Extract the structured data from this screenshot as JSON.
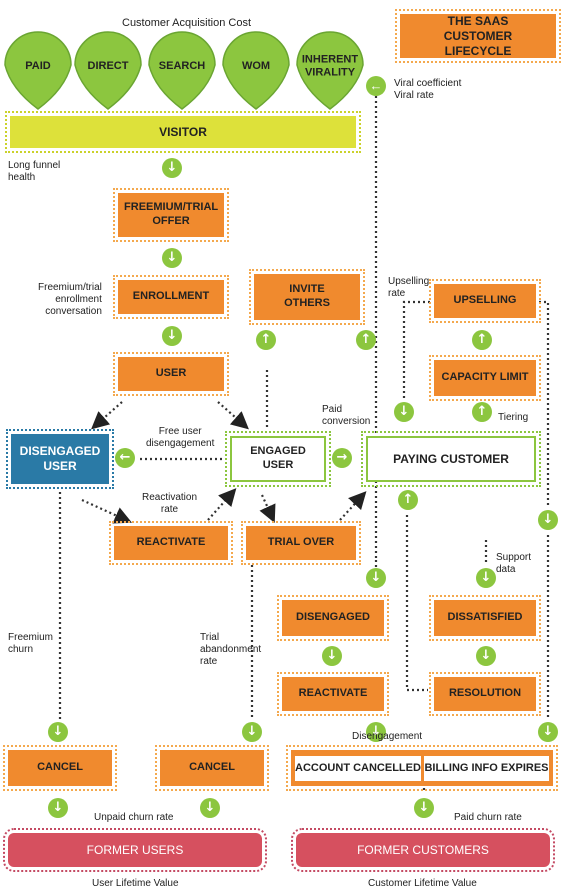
{
  "title": "THE SAAS CUSTOMER LIFECYCLE",
  "acquisition": {
    "header": "Customer Acquisition Cost",
    "channels": [
      "PAID",
      "DIRECT",
      "SEARCH",
      "WOM",
      "INHERENT VIRALITY"
    ]
  },
  "nodes": {
    "visitor": "VISITOR",
    "freemium_offer": "FREEMIUM/TRIAL OFFER",
    "enrollment": "ENROLLMENT",
    "user": "USER",
    "invite_others": "INVITE OTHERS",
    "upselling": "UPSELLING",
    "capacity_limit": "CAPACITY LIMIT",
    "disengaged_user": "DISENGAGED USER",
    "engaged_user": "ENGAGED USER",
    "paying_customer": "PAYING CUSTOMER",
    "reactivate_left": "REACTIVATE",
    "trial_over": "TRIAL OVER",
    "disengaged": "DISENGAGED",
    "dissatisfied": "DISSATISFIED",
    "reactivate_right": "REACTIVATE",
    "resolution": "RESOLUTION",
    "cancel_left": "CANCEL",
    "cancel_mid": "CANCEL",
    "account_cancelled": "ACCOUNT CANCELLED",
    "billing_expires": "BILLING INFO EXPIRES",
    "former_users": "FORMER USERS",
    "former_customers": "FORMER CUSTOMERS"
  },
  "labels": {
    "viral": "Viral coefficient\nViral rate",
    "long_funnel": "Long funnel\nhealth",
    "freemium_enroll": "Freemium/trial\nenrollment\nconversation",
    "upselling_rate": "Upselling\nrate",
    "paid_conversion": "Paid\nconversion",
    "tiering": "Tiering",
    "free_disengage": "Free user\ndisengagement",
    "reactivation_rate": "Reactivation\nrate",
    "support_data": "Support\ndata",
    "freemium_churn": "Freemium\nchurn",
    "trial_abandon": "Trial\nabandonment\nrate",
    "disengagement": "Disengagement",
    "unpaid_churn": "Unpaid churn rate",
    "paid_churn": "Paid churn rate",
    "user_ltv": "User Lifetime Value",
    "customer_ltv": "Customer Lifetime Value"
  },
  "colors": {
    "orange": "#f08a2e",
    "green": "#8cc63f",
    "yellow": "#dde13a",
    "teal": "#2a7aa6",
    "red": "#d6505f"
  }
}
